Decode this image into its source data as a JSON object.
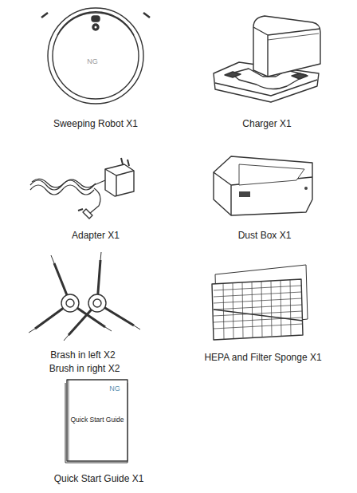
{
  "diagram": {
    "labels": [
      "NG",
      "Sweeping Robot X1",
      "Charger X1",
      "Adapter X1",
      "Dust Box X1",
      "Brash in left X2",
      "Brush in right X2",
      "HEPA and Filter Sponge X1",
      "NG",
      "Quick Start Guide",
      "Quick Start Guide X1"
    ]
  }
}
